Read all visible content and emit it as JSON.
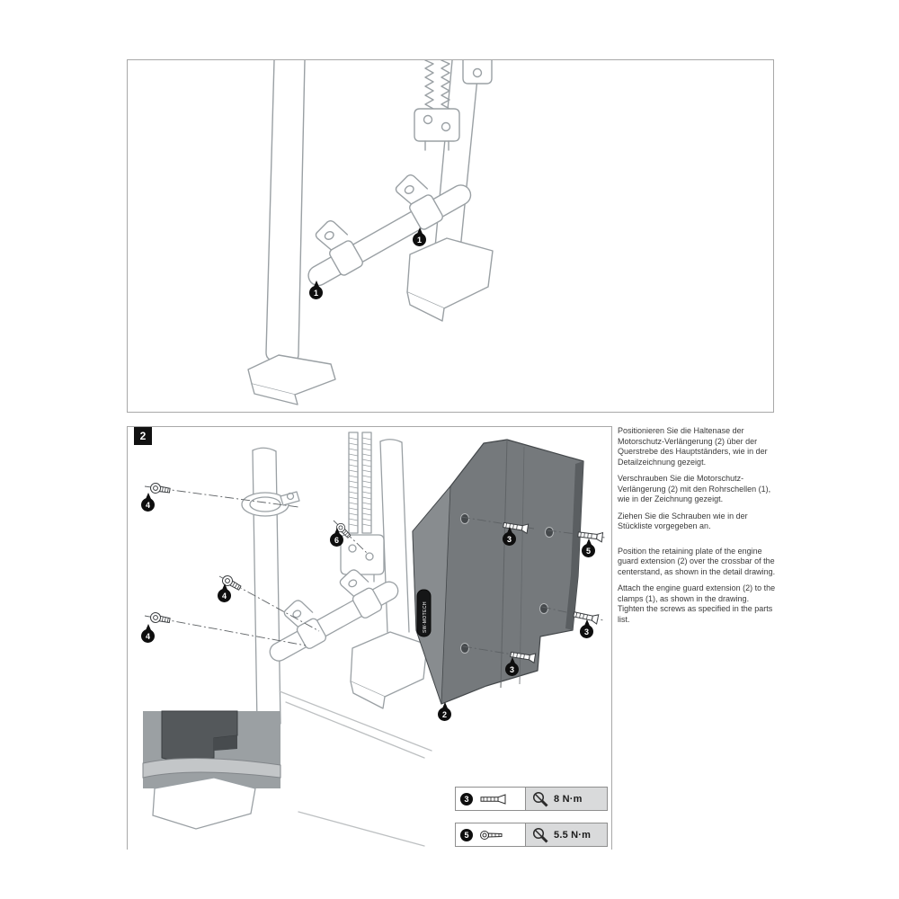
{
  "step2": {
    "label": "2"
  },
  "brand": "SW-MOTECH",
  "callouts": {
    "top": [
      "1",
      "1"
    ],
    "bottom": [
      "4",
      "6",
      "4",
      "4",
      "3",
      "5",
      "3",
      "3",
      "2"
    ]
  },
  "instructions": {
    "german": [
      "Positionieren Sie die Haltenase der Motorschutz-Verlängerung (2) über der Querstrebe des Hauptständers, wie in der Detailzeichnung gezeigt.",
      "Verschrauben Sie die Motorschutz-Verlängerung (2) mit den Rohrschellen (1), wie in der Zeichnung gezeigt.",
      "Ziehen Sie die Schrauben wie in der Stückliste vorgegeben an."
    ],
    "english": [
      "Position the retaining plate of the engine guard extension (2) over the crossbar of the centerstand, as shown in the detail drawing.",
      "Attach the engine guard extension (2) to the clamps (1), as shown in the drawing. Tighten the screws as specified in the parts list."
    ]
  },
  "torque_specs": [
    {
      "callout": "3",
      "screw_icon": "countersunk-screw-icon",
      "tool_icon": "torque-wrench-icon",
      "value": "8 N·m"
    },
    {
      "callout": "5",
      "screw_icon": "pan-head-screw-icon",
      "tool_icon": "torque-wrench-icon",
      "value": "5.5 N·m"
    }
  ],
  "colors": {
    "line": "#9aa0a4",
    "plate": "#75797c",
    "panel_border": "#a8a8a8",
    "torque_bg": "#d9dadb",
    "callout_bg": "#0e0e0e"
  }
}
